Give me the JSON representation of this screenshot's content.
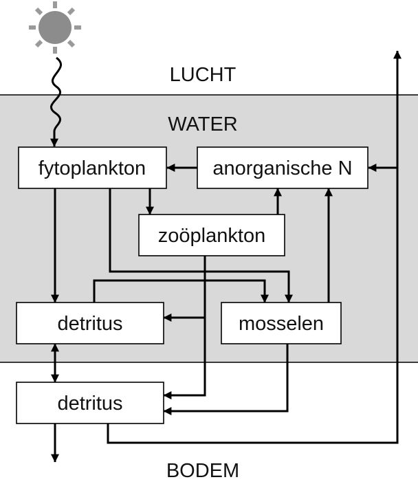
{
  "zones": {
    "air": "LUCHT",
    "water": "WATER",
    "soil": "BODEM"
  },
  "nodes": {
    "phytoplankton": "fytoplankton",
    "inorganic_n": "anorganische N",
    "zooplankton": "zoöplankton",
    "detritus_water": "detritus",
    "mussels": "mosselen",
    "detritus_soil": "detritus"
  },
  "colors": {
    "water_band": "#d9d9d9",
    "sun": "#8c8c8c",
    "sun_rays": "#9a9a9a",
    "lines": "#000000"
  },
  "icons": {
    "sun": "sun-icon"
  }
}
